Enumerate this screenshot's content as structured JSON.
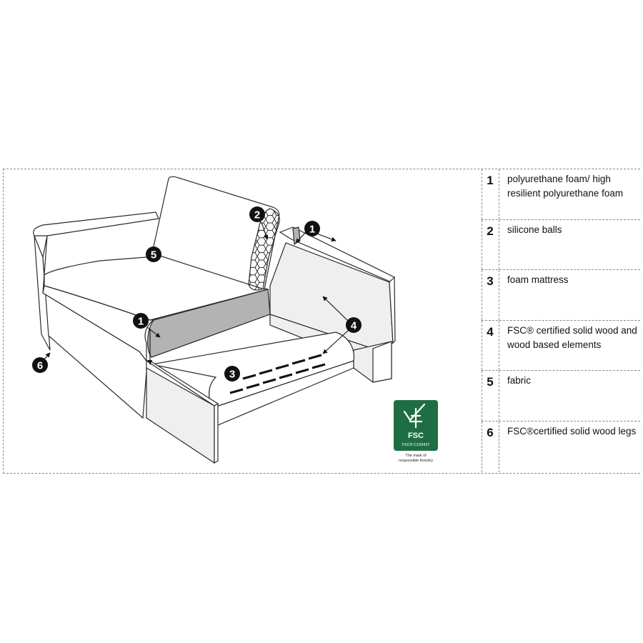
{
  "legend": [
    {
      "number": "1",
      "text": "polyurethane foam/ high resilient polyurethane foam"
    },
    {
      "number": "2",
      "text": "silicone balls"
    },
    {
      "number": "3",
      "text": "foam mattress"
    },
    {
      "number": "4",
      "text": "FSC® certified solid wood and wood based elements"
    },
    {
      "number": "5",
      "text": "fabric"
    },
    {
      "number": "6",
      "text": "FSC®certified solid wood legs"
    }
  ],
  "callouts": [
    "1",
    "2",
    "1",
    "3",
    "4",
    "5",
    "6"
  ],
  "fsc_logo": {
    "brand": "FSC",
    "license": "FSC® C100437",
    "tagline_1": "The mark of",
    "tagline_2": "responsible forestry",
    "color": "#1f6e43"
  },
  "colors": {
    "line": "#2a2a2a",
    "panel": "#efefef",
    "foam": "#b3b3b3",
    "callout": "#111111"
  }
}
